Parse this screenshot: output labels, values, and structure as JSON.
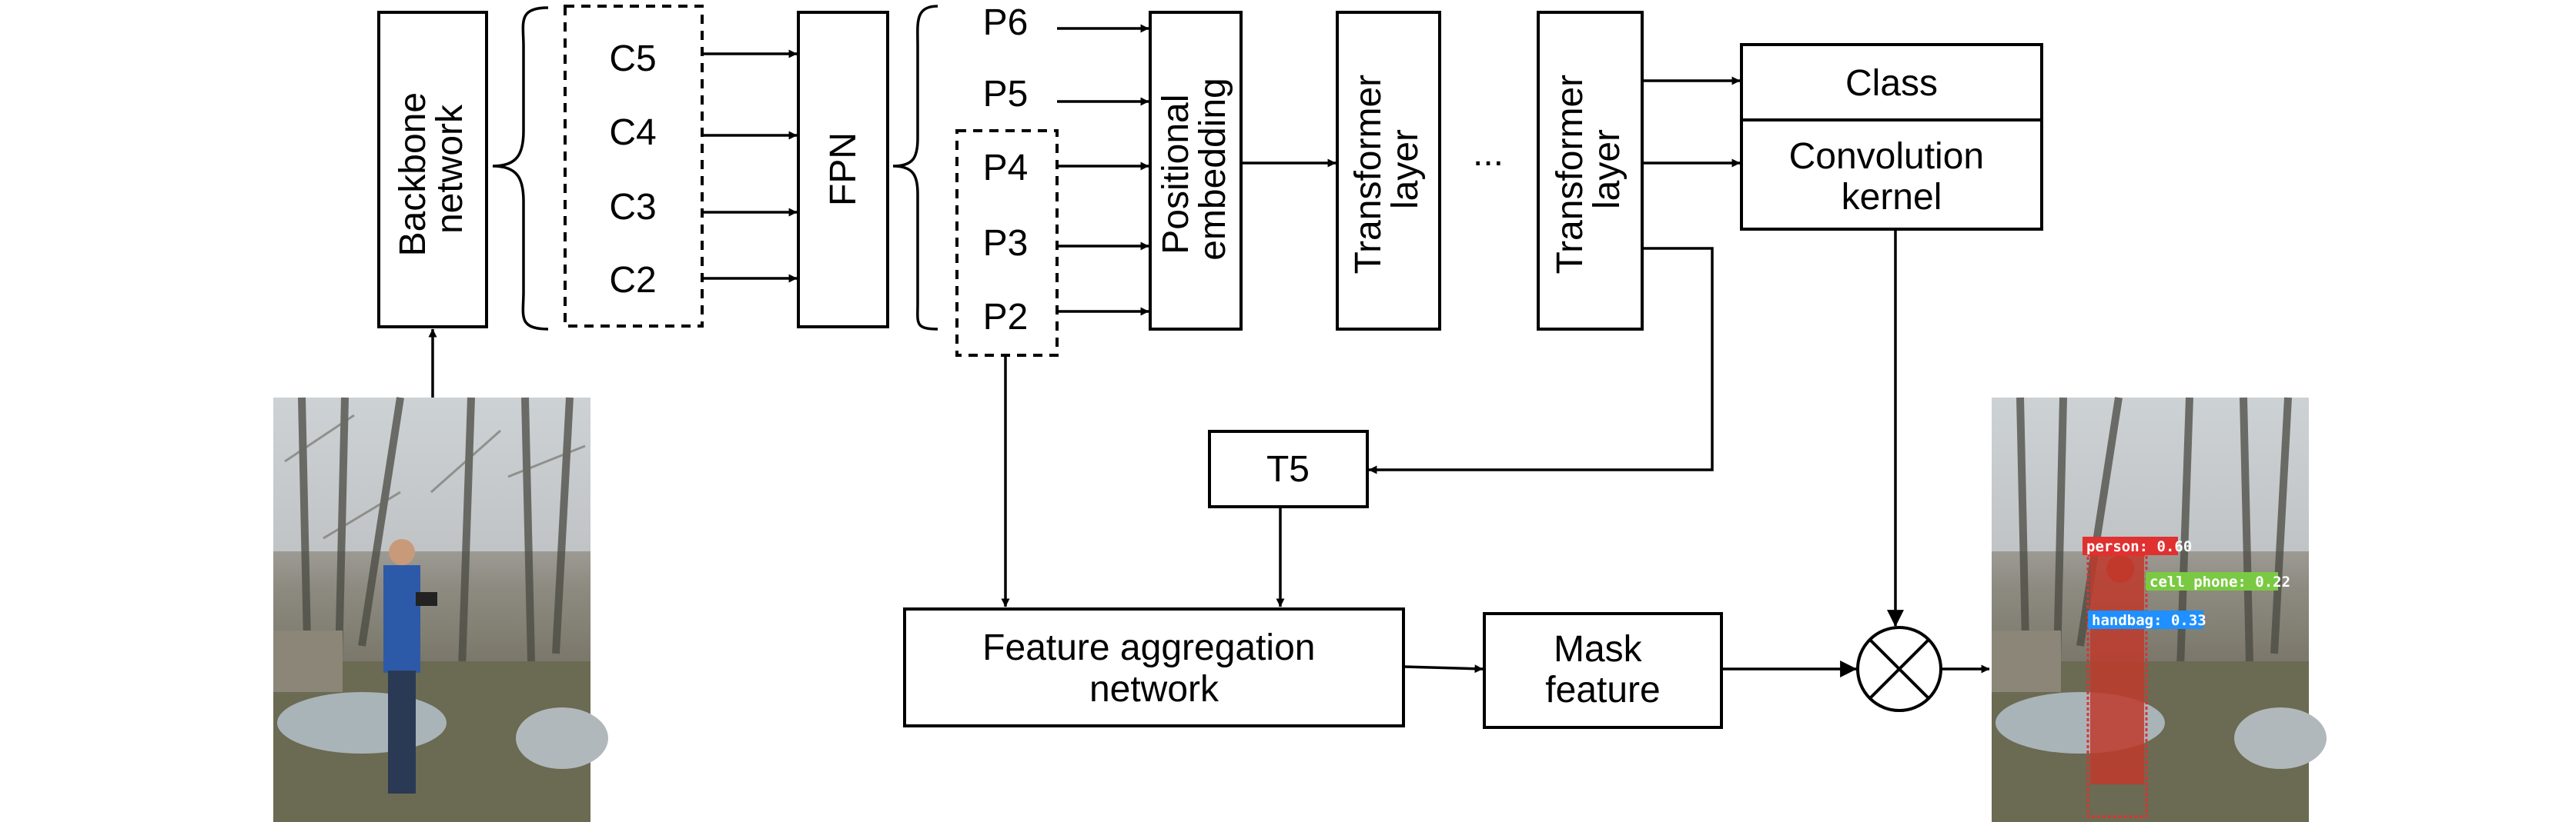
{
  "diagram": {
    "backbone": [
      "Backbone",
      "network"
    ],
    "c_levels": [
      "C5",
      "C4",
      "C3",
      "C2"
    ],
    "fpn": "FPN",
    "p_levels": [
      "P6",
      "P5",
      "P4",
      "P3",
      "P2"
    ],
    "positional": [
      "Positional",
      "embedding"
    ],
    "transformer1": [
      "Transformer",
      "layer"
    ],
    "ellipsis": "...",
    "transformer2": [
      "Transformer",
      "layer"
    ],
    "class_label": "Class",
    "conv_kernel": [
      "Convolution",
      "kernel"
    ],
    "t5": "T5",
    "feature_agg": [
      "Feature aggregation",
      "network"
    ],
    "mask_feature": [
      "Mask",
      "feature"
    ]
  },
  "result_image": {
    "detections": [
      {
        "label": "person: 0.60",
        "color": "#e03030"
      },
      {
        "label": "cell phone: 0.22",
        "color": "#7ac943"
      },
      {
        "label": "handbag: 0.33",
        "color": "#1e90ff"
      }
    ]
  }
}
